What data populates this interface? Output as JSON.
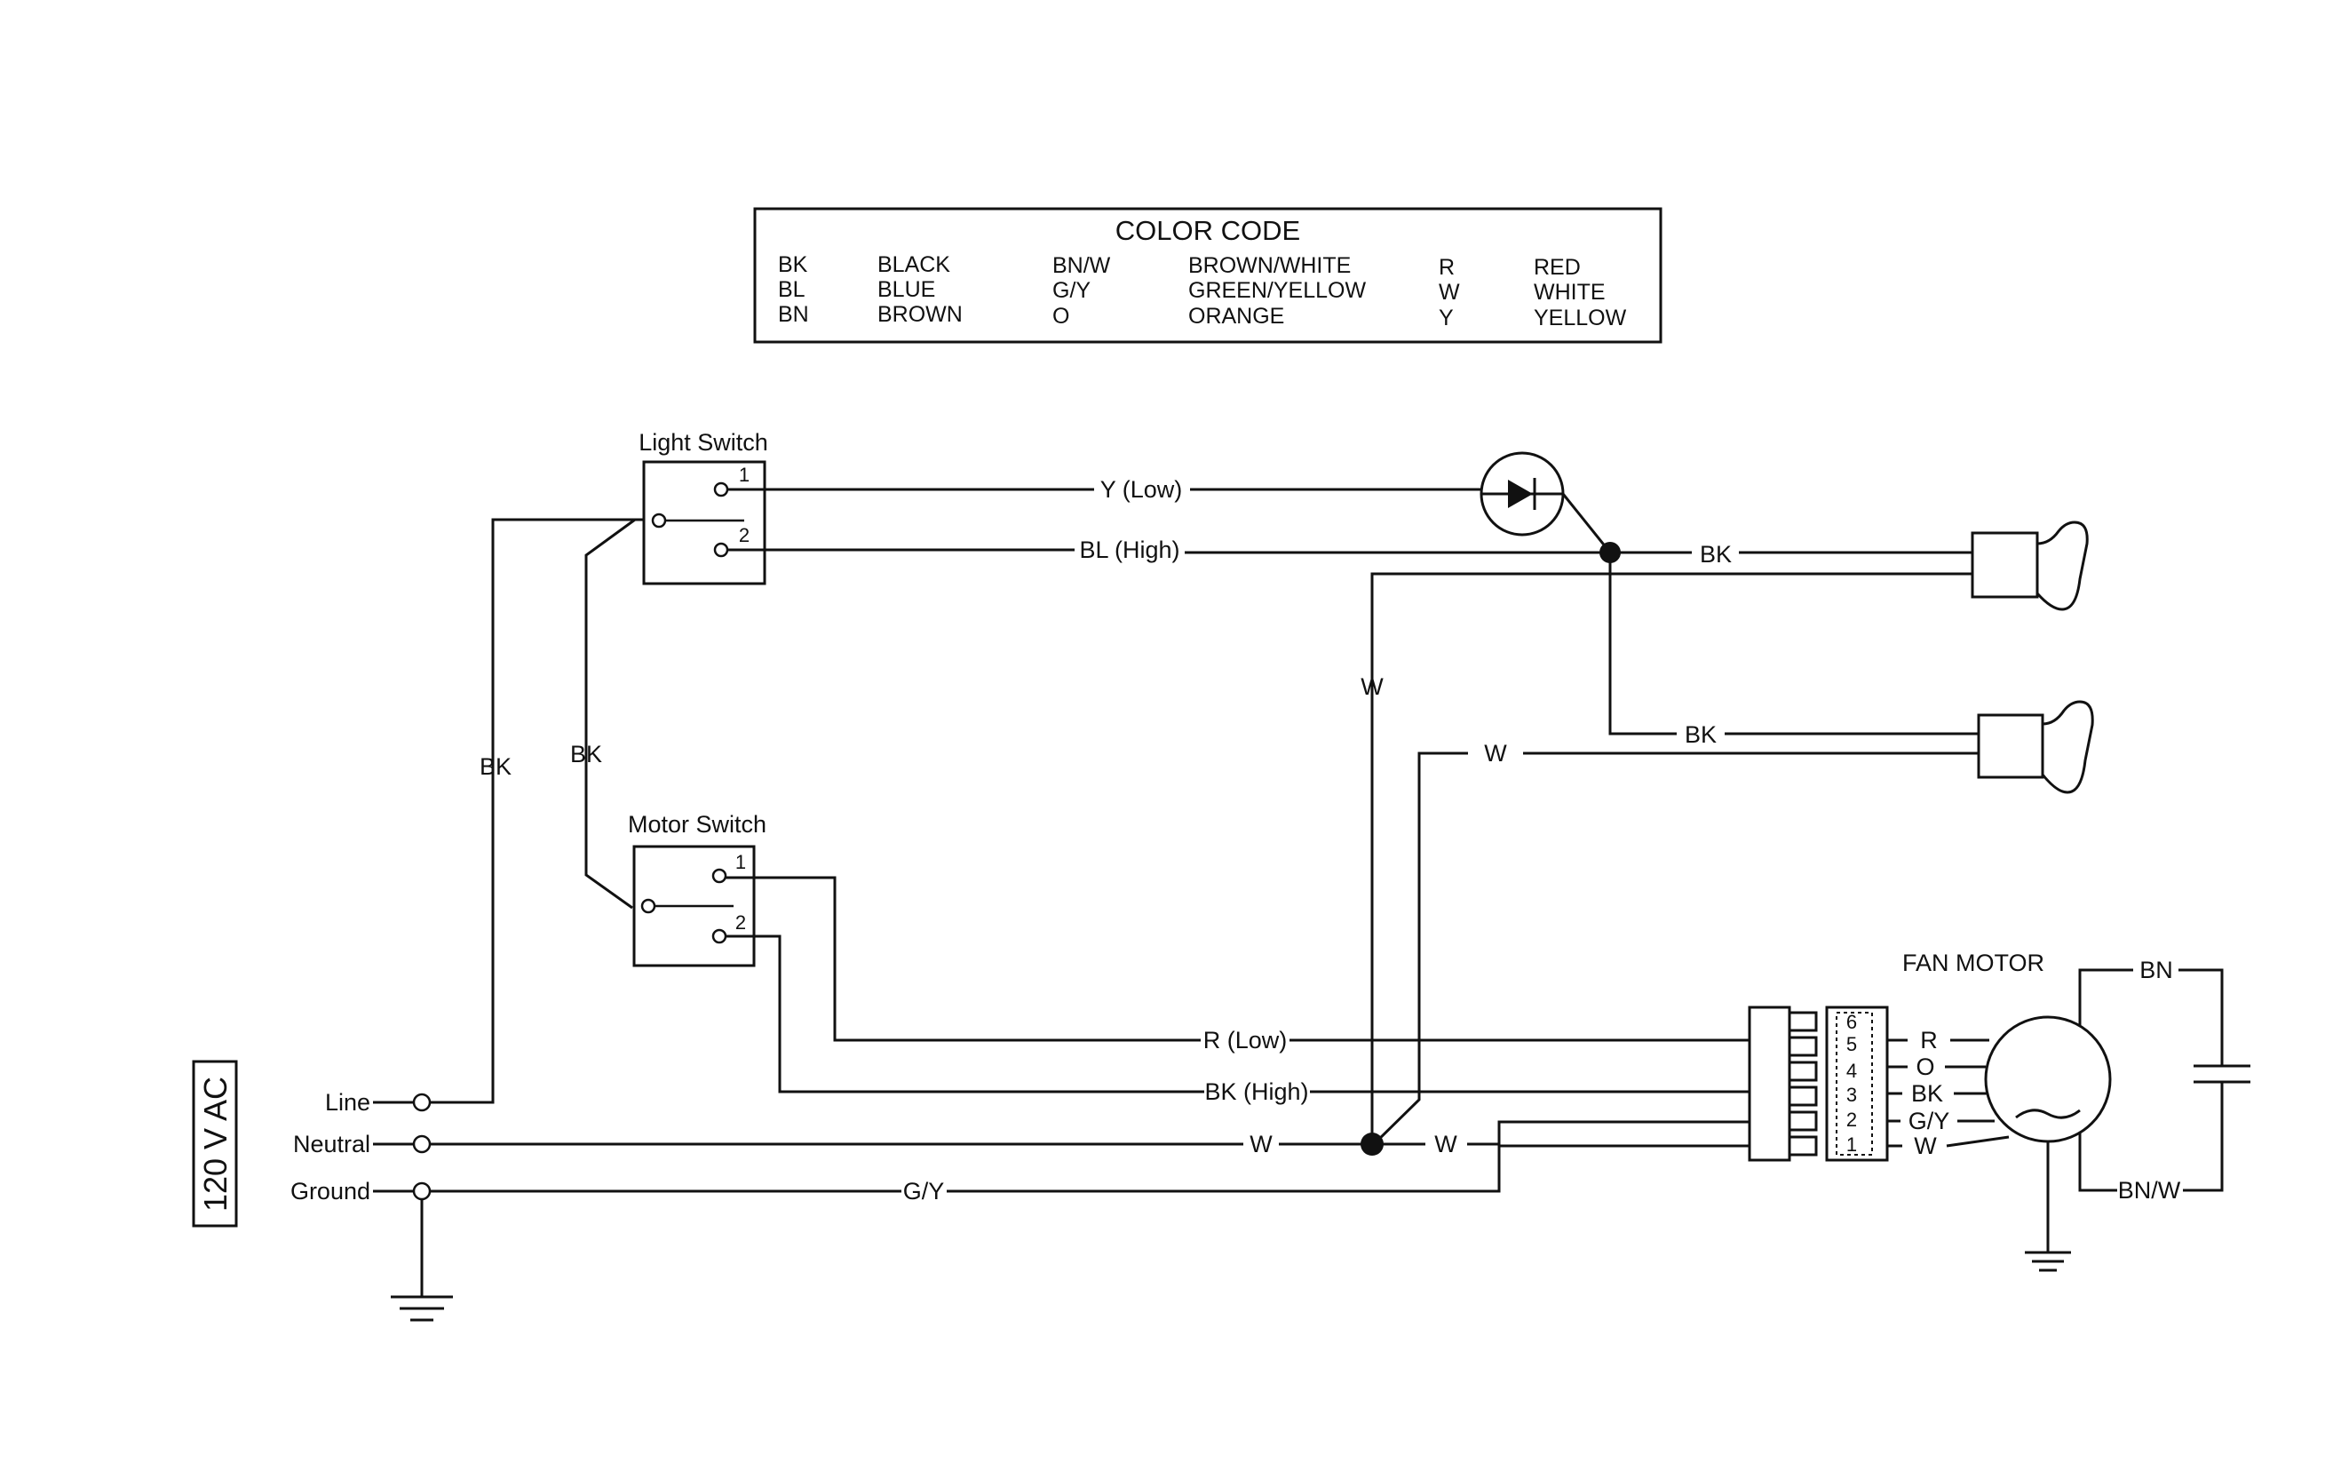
{
  "color_code": {
    "title": "COLOR CODE",
    "entries": [
      {
        "code": "BK",
        "name": "BLACK"
      },
      {
        "code": "BL",
        "name": "BLUE"
      },
      {
        "code": "BN",
        "name": "BROWN"
      },
      {
        "code": "BN/W",
        "name": "BROWN/WHITE"
      },
      {
        "code": "G/Y",
        "name": "GREEN/YELLOW"
      },
      {
        "code": "O",
        "name": "ORANGE"
      },
      {
        "code": "R",
        "name": "RED"
      },
      {
        "code": "W",
        "name": "WHITE"
      },
      {
        "code": "Y",
        "name": "YELLOW"
      }
    ]
  },
  "supply": {
    "voltage": "120 V AC",
    "line": "Line",
    "neutral": "Neutral",
    "ground": "Ground"
  },
  "light_switch": {
    "title": "Light Switch",
    "pos1": "1",
    "pos2": "2"
  },
  "motor_switch": {
    "title": "Motor Switch",
    "pos1": "1",
    "pos2": "2"
  },
  "fan_motor": {
    "title": "FAN MOTOR"
  },
  "wires": {
    "y_low": "Y (Low)",
    "bl_high": "BL (High)",
    "bk_line": "BK",
    "bk_switch": "BK",
    "bk_lamp1": "BK",
    "bk_lamp2": "BK",
    "w_vertical": "W",
    "w_lamp2": "W",
    "r_low": "R (Low)",
    "bk_high": "BK (High)",
    "w_neutral": "W",
    "w_neutral2": "W",
    "gy_ground": "G/Y",
    "bn_cap": "BN",
    "bnw_cap": "BN/W"
  },
  "connector": {
    "pins": [
      "6",
      "5",
      "4",
      "3",
      "2",
      "1"
    ],
    "motor_wires": [
      "R",
      "O",
      "BK",
      "G/Y",
      "W"
    ]
  }
}
